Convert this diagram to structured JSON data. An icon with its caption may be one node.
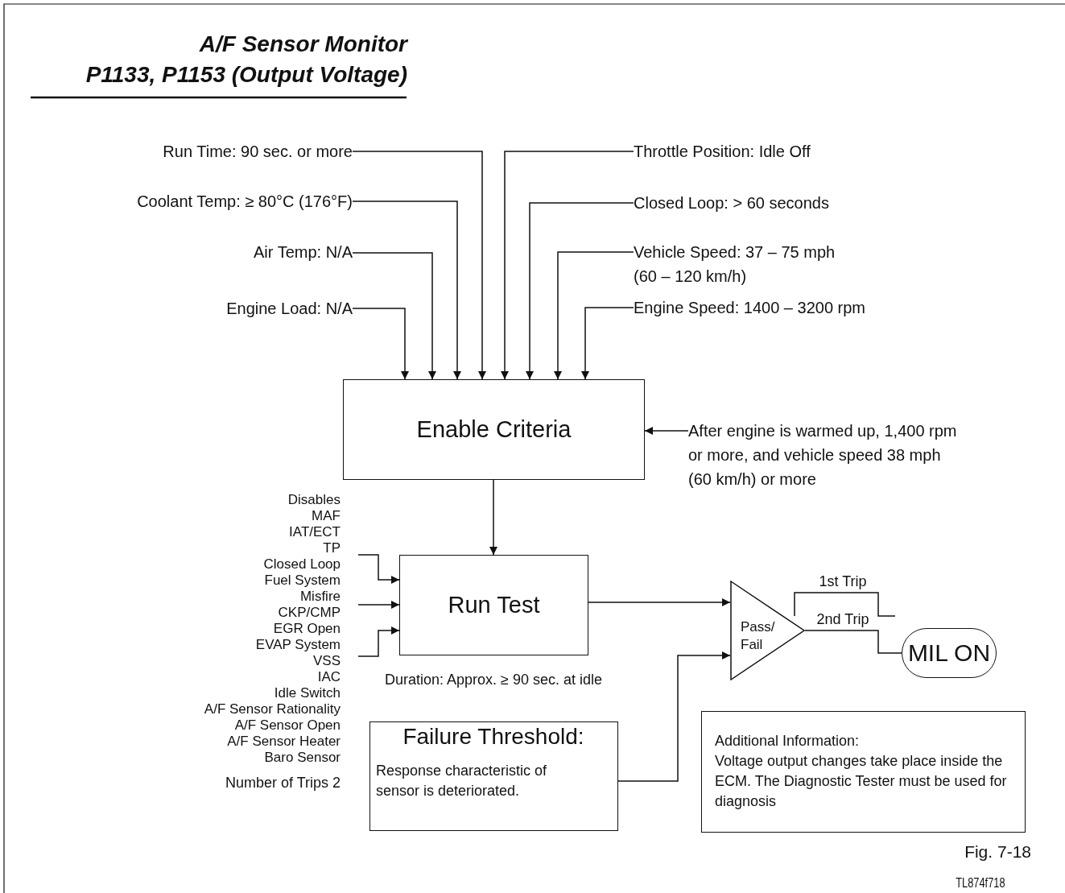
{
  "diagram": {
    "title": "A/F Sensor Monitor P1133, P1153 (Output Voltage)",
    "nodes": [
      {
        "text": [
          "Run Time: 90 sec. or more"
        ]
      },
      {
        "text": [
          "Coolant Temp: ≥ 80°C (176°F)"
        ]
      },
      {
        "text": [
          "Air Temp: N/A"
        ]
      },
      {
        "text": [
          "Engine Load: N/A"
        ]
      },
      {
        "text": [
          "Throttle Position: Idle Off"
        ]
      },
      {
        "text": [
          "Closed Loop: > 60 seconds"
        ]
      },
      {
        "text": [
          "Vehicle Speed: 37 – 75 mph (60 – 120 km/h)"
        ]
      },
      {
        "text": [
          "Engine Speed: 1400 – 3200 rpm"
        ]
      },
      {
        "text": [
          "Enable Criteria"
        ]
      },
      {
        "text": [
          "After engine is warmed up, 1,400 rpm or more, and vehicle speed 38 mph (60 km/h) or more"
        ]
      },
      {
        "text": [
          "Run Test"
        ],
        "beside": [
          "Duration: Approx. ≥ 90 sec. at idle"
        ]
      },
      {
        "text": [
          "Failure Threshold:",
          "Response characteristic of sensor is deteriorated."
        ]
      },
      {
        "text": [
          "Pass/ Fail"
        ]
      },
      {
        "text": [
          "MIL ON"
        ]
      },
      {
        "text": [
          "Additional Information:",
          "Voltage output changes take place inside the ECM. The Diagnostic Tester must be used for diagnosis"
        ]
      }
    ],
    "edges": [
      {
        "from": 0,
        "to": 8,
        "arrow": "to"
      },
      {
        "from": 1,
        "to": 8,
        "arrow": "to"
      },
      {
        "from": 2,
        "to": 8,
        "arrow": "to"
      },
      {
        "from": 3,
        "to": 8,
        "arrow": "to"
      },
      {
        "from": 4,
        "to": 8,
        "arrow": "to"
      },
      {
        "from": 5,
        "to": 8,
        "arrow": "to"
      },
      {
        "from": 6,
        "to": 8,
        "arrow": "to"
      },
      {
        "from": 7,
        "to": 8,
        "arrow": "to"
      },
      {
        "from": 9,
        "to": 8,
        "arrow": "to"
      },
      {
        "from": 8,
        "to": 10,
        "arrow": "to"
      },
      {
        "from": null,
        "to": 10,
        "arrow": "to"
      },
      {
        "from": null,
        "to": 10,
        "arrow": "to"
      },
      {
        "from": null,
        "to": 10,
        "arrow": "to"
      },
      {
        "from": 10,
        "to": 12,
        "arrow": "to"
      },
      {
        "from": 11,
        "to": 12,
        "arrow": "to"
      },
      {
        "from": 12,
        "to": null,
        "arrow": "none",
        "label": "1st Trip"
      },
      {
        "from": 12,
        "to": 13,
        "arrow": "none",
        "label": "2nd Trip"
      }
    ],
    "labels": [
      "Disables",
      "MAF",
      "IAT/ECT",
      "TP",
      "Closed Loop",
      "Fuel System",
      "Misfire",
      "CKP/CMP",
      "EGR Open",
      "EVAP System",
      "VSS",
      "IAC",
      "Idle Switch",
      "A/F Sensor Rationality",
      "A/F Sensor Open",
      "A/F Sensor Heater",
      "Baro Sensor",
      "Number of Trips 2",
      "Fig. 7-18",
      "TL874f718"
    ]
  }
}
